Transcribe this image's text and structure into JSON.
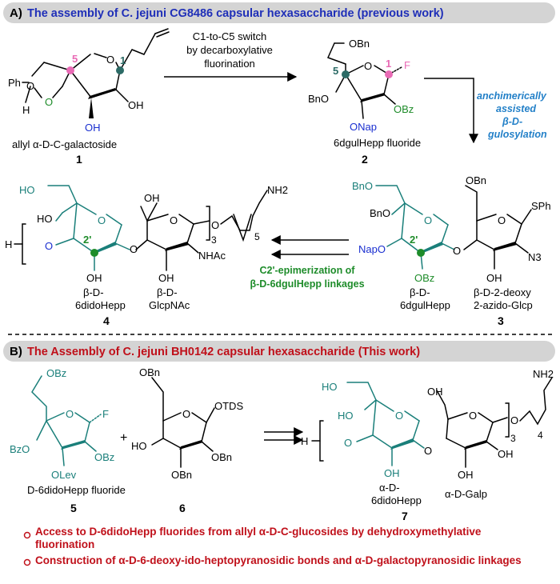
{
  "panelA": {
    "tag": "A)",
    "title": "The assembly of C. jejuni CG8486 capsular hexasaccharide (previous work)",
    "step1_line1": "C1-to-C5 switch",
    "step1_line2": "by decarboxylative",
    "step1_line3": "fluorination",
    "step2_line1": "anchimerically",
    "step2_line2": "assisted",
    "step2_line3": "β-D-",
    "step2_line4": "gulosylation",
    "step3_line1": "C2'-epimerization  of",
    "step3_line2": "β-D-6dgulHepp linkages",
    "cmpd1": {
      "number": "1",
      "caption": "allyl α-D-C-galactoside",
      "label_ph": "Ph",
      "label_h": "H",
      "label_o1": "O",
      "label_o2": "O",
      "label_o3": "O",
      "label_oh": "OH",
      "label_oh_blue": "OH",
      "pos5": "5",
      "pos1": "1"
    },
    "cmpd2": {
      "number": "2",
      "caption": "6dgulHepp fluoride",
      "obn_top": "OBn",
      "pos5": "5",
      "pos1": "1",
      "ring_o": "O",
      "f": "F",
      "bno": "BnO",
      "obz": "OBz",
      "onap": "ONap"
    },
    "cmpd3": {
      "number": "3",
      "bno_top": "BnO",
      "bno": "BnO",
      "obn": "OBn",
      "ring_o1": "O",
      "ring_o2": "O",
      "sph": "SPh",
      "napo": "NapO",
      "obz": "OBz",
      "pos2": "2'",
      "oh": "OH",
      "n3": "N3",
      "cap1_line1": "β-D-",
      "cap1_line2": "6dgulHepp",
      "cap2_line1": "β-D-2-deoxy",
      "cap2_line2": "2-azido-Glcp"
    },
    "cmpd4": {
      "number": "4",
      "ho_top": "HO",
      "ho": "HO",
      "oh_top": "OH",
      "oh1": "OH",
      "oh2": "OH",
      "ring_o1": "O",
      "ring_o2": "O",
      "o_link": "O",
      "o_chain": "O",
      "nh2": "NH2",
      "nhac": "NHAc",
      "h": "H",
      "o_blue": "O",
      "pos2": "2'",
      "sub3": "3",
      "sub5": "5",
      "cap1_line1": "β-D-",
      "cap1_line2": "6didoHepp",
      "cap2_line1": "β-D-",
      "cap2_line2": "GlcpNAc"
    }
  },
  "panelB": {
    "tag": "B)",
    "title": "The Assembly of C. jejuni BH0142 capsular hexasaccharide (This work)",
    "plus": "+",
    "cmpd5": {
      "number": "5",
      "caption": "D-6didoHepp fluoride",
      "obz_top": "OBz",
      "ring_o": "O",
      "f": "F",
      "bzo": "BzO",
      "obz": "OBz",
      "olev": "OLev"
    },
    "cmpd6": {
      "number": "6",
      "obn_top": "OBn",
      "ring_o": "O",
      "otds": "OTDS",
      "ho": "HO",
      "obn": "OBn",
      "obn_bottom": "OBn"
    },
    "cmpd7": {
      "number": "7",
      "ho_top": "HO",
      "ho": "HO",
      "oh_top": "OH",
      "oh1": "OH",
      "oh2": "OH",
      "oh3": "OH",
      "ring_o1": "O",
      "ring_o2": "O",
      "o_link": "O",
      "o_blue": "O",
      "o_chain": "O",
      "nh2": "NH2",
      "h": "H",
      "sub3": "3",
      "sub4": "4",
      "cap1_line1": "α-D-",
      "cap1_line2": "6didoHepp",
      "cap2": "α-D-Galp"
    },
    "bullet1": "Access to  D-6didoHepp fluorides from allyl α-D-C-glucosides by dehydroxymethylative fluorination",
    "bullet2": "Construction of α-D-6-deoxy-ido-heptopyranosidic bonds and α-D-galactopyranosidic linkages"
  },
  "colors": {
    "title_blue": "#1f2fb8",
    "title_red": "#c0101a",
    "banner_gray": "#d4d4d4",
    "teal": "#1a7f7a",
    "green": "#1e8c2a",
    "pink": "#e96ab5",
    "blue": "#1a2fd0",
    "step2_blue": "#2380c8",
    "dark_teal_dot": "#2c6b66"
  }
}
